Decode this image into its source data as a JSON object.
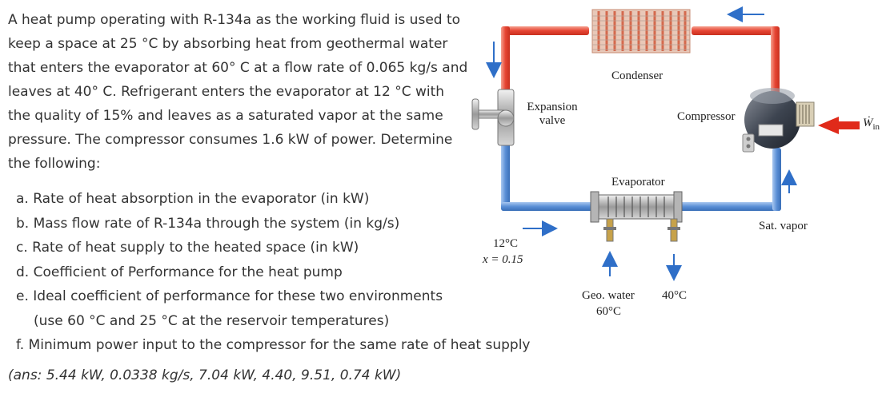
{
  "problem": {
    "text": "A heat pump operating with R-134a as the working fluid is used to keep a space at 25 °C by absorbing heat from geothermal water that enters the evaporator at 60° C at a flow rate of 0.065 kg/s and leaves at 40° C. Refrigerant enters the evaporator at 12 °C with the quality of 15% and leaves as a saturated vapor at the same pressure. The compressor consumes 1.6 kW of power. Determine the following:"
  },
  "questions": [
    "a. Rate of heat absorption in the evaporator (in kW)",
    "b. Mass flow rate of R-134a through the system (in kg/s)",
    "c. Rate of heat supply to the heated space (in kW)",
    "d. Coefficient of Performance for the heat pump",
    "e. Ideal coefficient of performance for these two environments",
    "(use 60 °C and 25 °C at the reservoir temperatures)",
    "f. Minimum power input to the compressor for the same rate of heat supply"
  ],
  "answer": "(ans: 5.44 kW, 0.0338 kg/s, 7.04 kW, 4.40, 9.51, 0.74 kW)",
  "diagram": {
    "condenser": "Condenser",
    "expansion_valve_line1": "Expansion",
    "expansion_valve_line2": "valve",
    "compressor": "Compressor",
    "w_in": "Ẇ",
    "w_in_sub": "in",
    "evaporator": "Evaporator",
    "inlet_temp": "12°C",
    "inlet_quality": "x = 0.15",
    "sat_vapor": "Sat. vapor",
    "geo_water": "Geo. water",
    "geo_water_temp": "60°C",
    "outlet_temp": "40°C"
  },
  "colors": {
    "hot_pipe": "#e8493a",
    "cold_pipe": "#5b8fd6",
    "arrow": "#2f6fc8",
    "arrow_red": "#e02a1a",
    "text": "#333333"
  }
}
